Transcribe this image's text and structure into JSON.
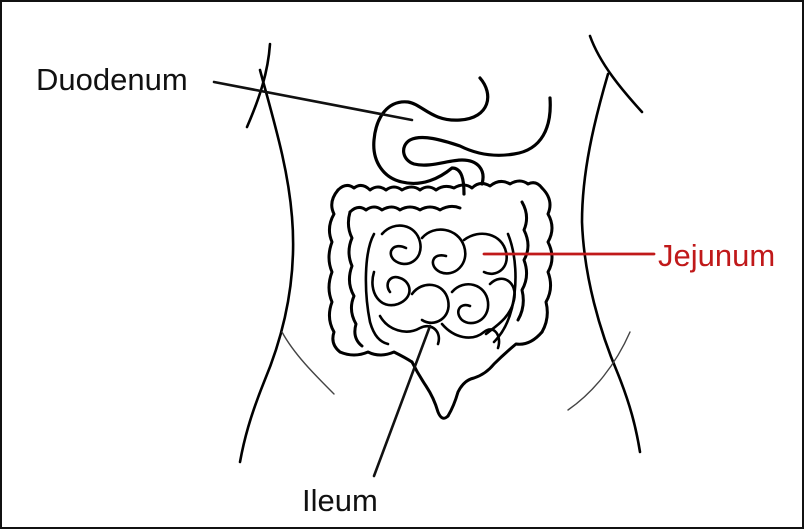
{
  "labels": {
    "duodenum": "Duodenum",
    "jejunum": "Jejunum",
    "ileum": "Ileum"
  },
  "colors": {
    "line": "#111111",
    "body_outline": "#000000",
    "jejunum_highlight": "#c0191a",
    "background": "#ffffff"
  }
}
